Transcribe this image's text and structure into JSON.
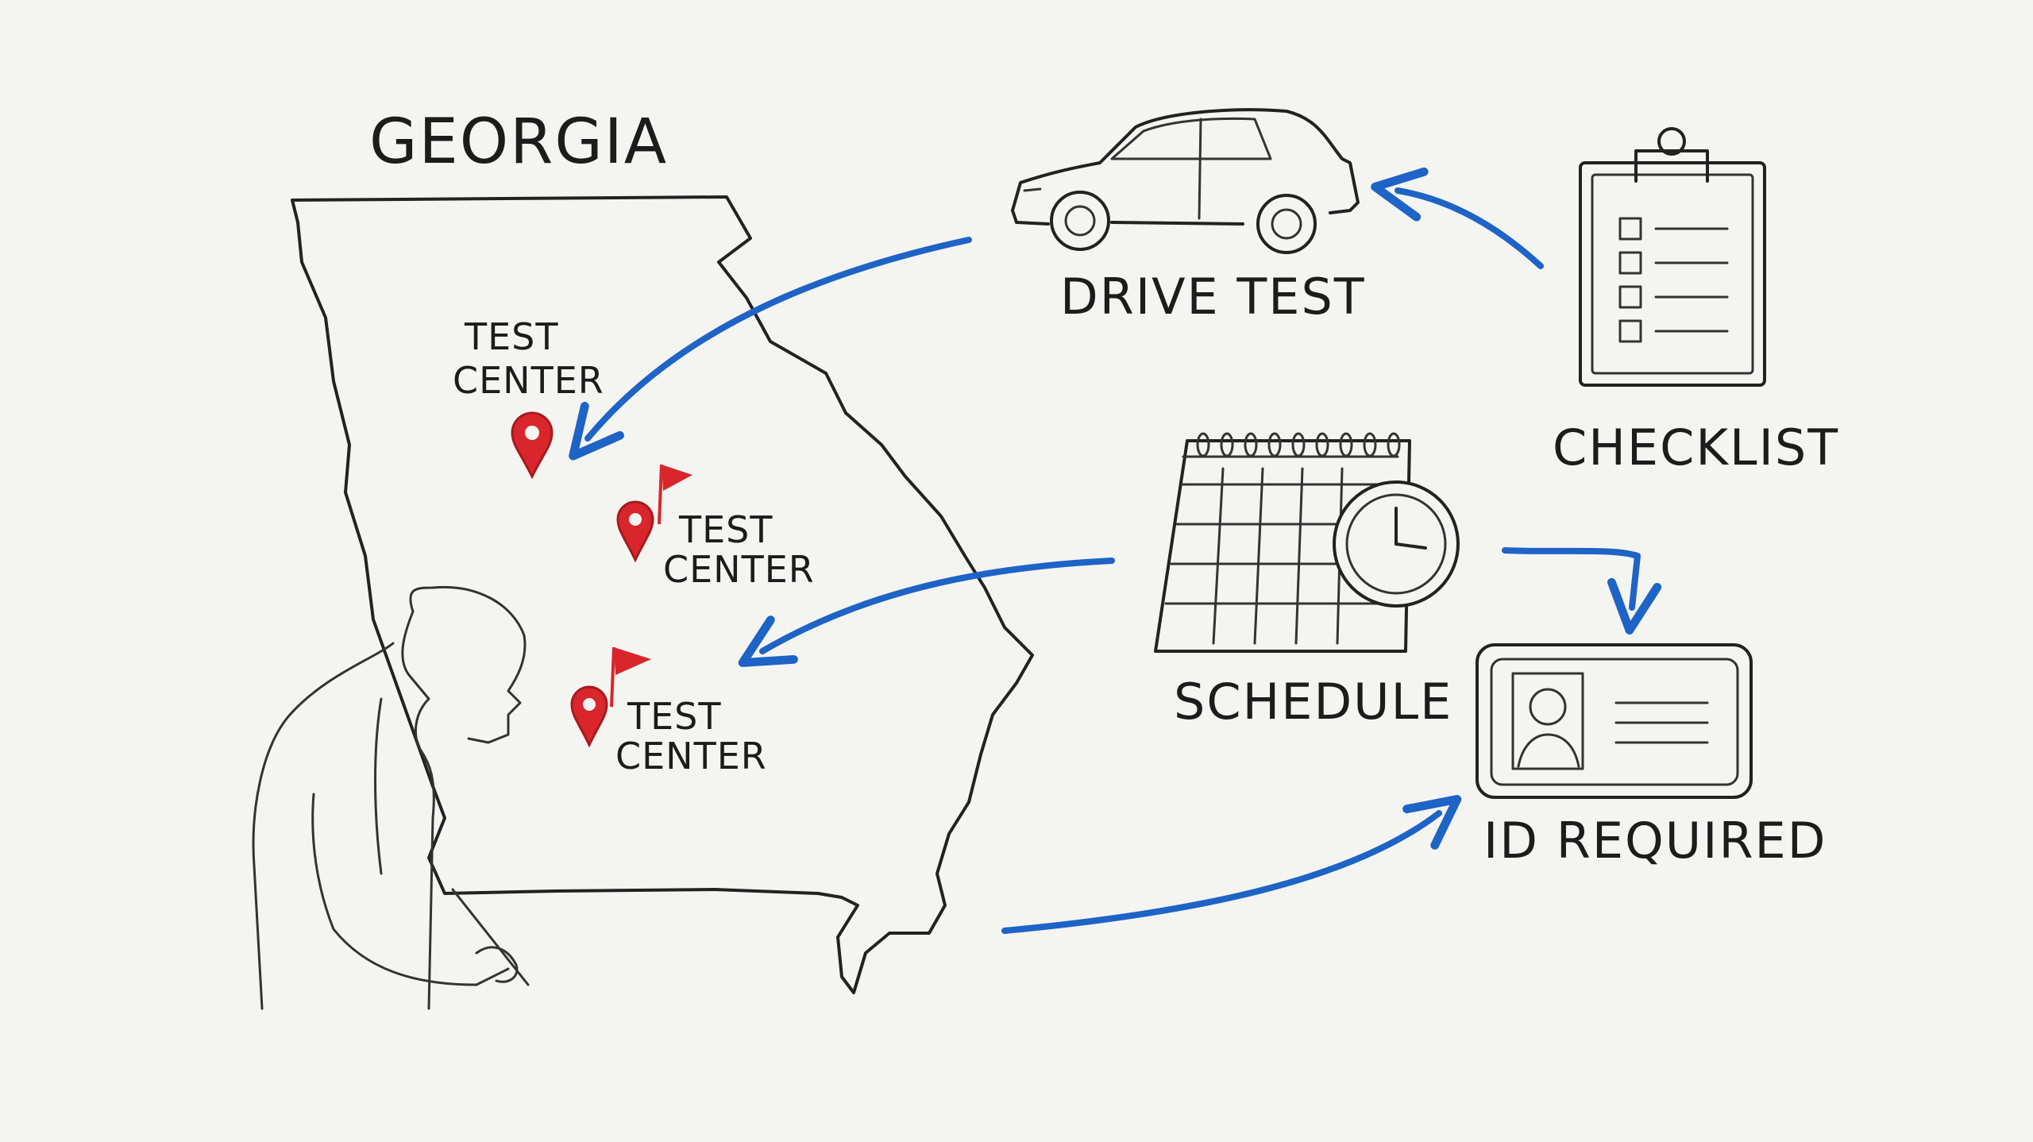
{
  "title": "GEORGIA",
  "colors": {
    "arrow": "#1e63c6",
    "pin": "#d8262c",
    "ink": "#222222",
    "paper": "#f4f4f1"
  },
  "map": {
    "state_name": "GEORGIA",
    "test_centers": [
      {
        "line1": "TEST",
        "line2": "CENTER",
        "icon": "map-pin-icon"
      },
      {
        "line1": "TEST",
        "line2": "CENTER",
        "icon": "map-pin-flag-icon"
      },
      {
        "line1": "TEST",
        "line2": "CENTER",
        "icon": "map-pin-flag-icon"
      }
    ]
  },
  "nodes": {
    "drive_test": {
      "label": "DRIVE TEST",
      "icon": "car-icon"
    },
    "checklist": {
      "label": "CHECKLIST",
      "icon": "clipboard-checklist-icon"
    },
    "schedule": {
      "label": "SCHEDULE",
      "icon": "calendar-clock-icon"
    },
    "id_required": {
      "label": "ID REQUIRED",
      "icon": "id-card-icon"
    }
  },
  "figure": {
    "icon": "person-writing-icon"
  }
}
